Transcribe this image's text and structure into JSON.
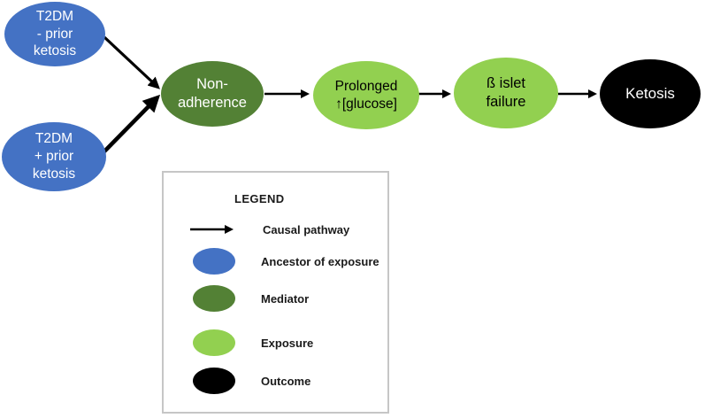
{
  "colors": {
    "ancestor": "#4472C4",
    "mediator": "#538135",
    "exposure": "#92D050",
    "outcome": "#000000",
    "arrow": "#000000"
  },
  "diagram": {
    "nodes": [
      {
        "id": "t2dm-no-prior-ketosis",
        "label": "T2DM\n- prior\nketosis",
        "type": "ancestor"
      },
      {
        "id": "t2dm-prior-ketosis",
        "label": "T2DM\n+ prior\nketosis",
        "type": "ancestor"
      },
      {
        "id": "non-adherence",
        "label": "Non-\nadherence",
        "type": "mediator"
      },
      {
        "id": "prolonged-glucose",
        "label": "Prolonged\n↑[glucose]",
        "type": "exposure"
      },
      {
        "id": "beta-islet-failure",
        "label": "ß islet\nfailure",
        "type": "exposure"
      },
      {
        "id": "ketosis",
        "label": "Ketosis",
        "type": "outcome"
      }
    ],
    "edges": [
      {
        "from": "t2dm-no-prior-ketosis",
        "to": "non-adherence"
      },
      {
        "from": "t2dm-prior-ketosis",
        "to": "non-adherence"
      },
      {
        "from": "non-adherence",
        "to": "prolonged-glucose"
      },
      {
        "from": "prolonged-glucose",
        "to": "beta-islet-failure"
      },
      {
        "from": "beta-islet-failure",
        "to": "ketosis"
      }
    ]
  },
  "legend": {
    "title": "LEGEND",
    "items": [
      {
        "swatch": "causal-arrow",
        "label": "Causal pathway"
      },
      {
        "swatch": "ancestor",
        "label": "Ancestor of exposure"
      },
      {
        "swatch": "mediator",
        "label": "Mediator"
      },
      {
        "swatch": "exposure",
        "label": "Exposure"
      },
      {
        "swatch": "outcome",
        "label": "Outcome"
      }
    ]
  }
}
